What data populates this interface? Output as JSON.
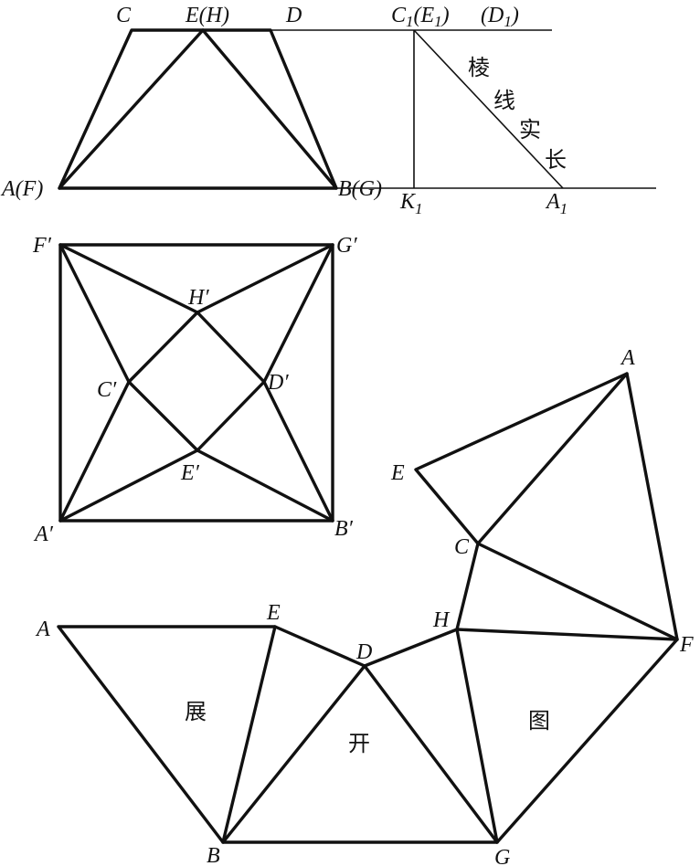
{
  "views": {
    "front": {
      "labels": {
        "C": "C",
        "EH": "E(H)",
        "D": "D",
        "AF": "A(F)",
        "BG": "B(G)"
      }
    },
    "true_length": {
      "labels": {
        "C1": "C",
        "C1_sub": "1",
        "E1_open": "(E",
        "E1_sub": "1",
        "E1_close": ")",
        "D1_open": "(D",
        "D1_sub": "1",
        "D1_close": ")",
        "K1": "K",
        "K1_sub": "1",
        "A1": "A",
        "A1_sub": "1"
      },
      "annotation": [
        "棱",
        "线",
        "实",
        "长"
      ]
    },
    "top": {
      "labels": {
        "F": "F′",
        "G": "G′",
        "H": "H′",
        "C": "C′",
        "D": "D′",
        "E": "E′",
        "A": "A′",
        "B": "B′"
      }
    },
    "development": {
      "labels": {
        "A_top": "A",
        "E_top": "E",
        "C": "C",
        "F": "F",
        "A_left": "A",
        "E_mid": "E",
        "D": "D",
        "H": "H",
        "B": "B",
        "G": "G"
      },
      "title_chars": [
        "展",
        "开",
        "图"
      ]
    }
  }
}
